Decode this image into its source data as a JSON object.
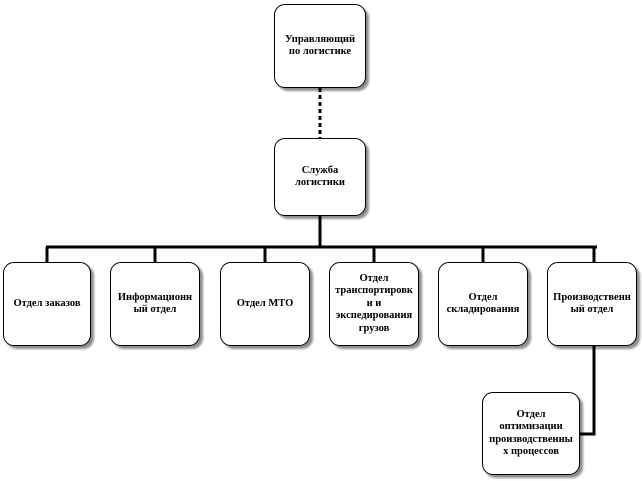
{
  "top": {
    "label": "Управляющий по логистике"
  },
  "service": {
    "label": "Служба логистики"
  },
  "departments": [
    {
      "label": "Отдел заказов"
    },
    {
      "label": "Информационный отдел"
    },
    {
      "label": "Отдел МТО"
    },
    {
      "label": "Отдел транспортировки и экспедирования грузов"
    },
    {
      "label": "Отдел складирования"
    },
    {
      "label": "Производственный отдел"
    }
  ],
  "sub_department": {
    "label": "Отдел оптимизации производственных процессов"
  }
}
